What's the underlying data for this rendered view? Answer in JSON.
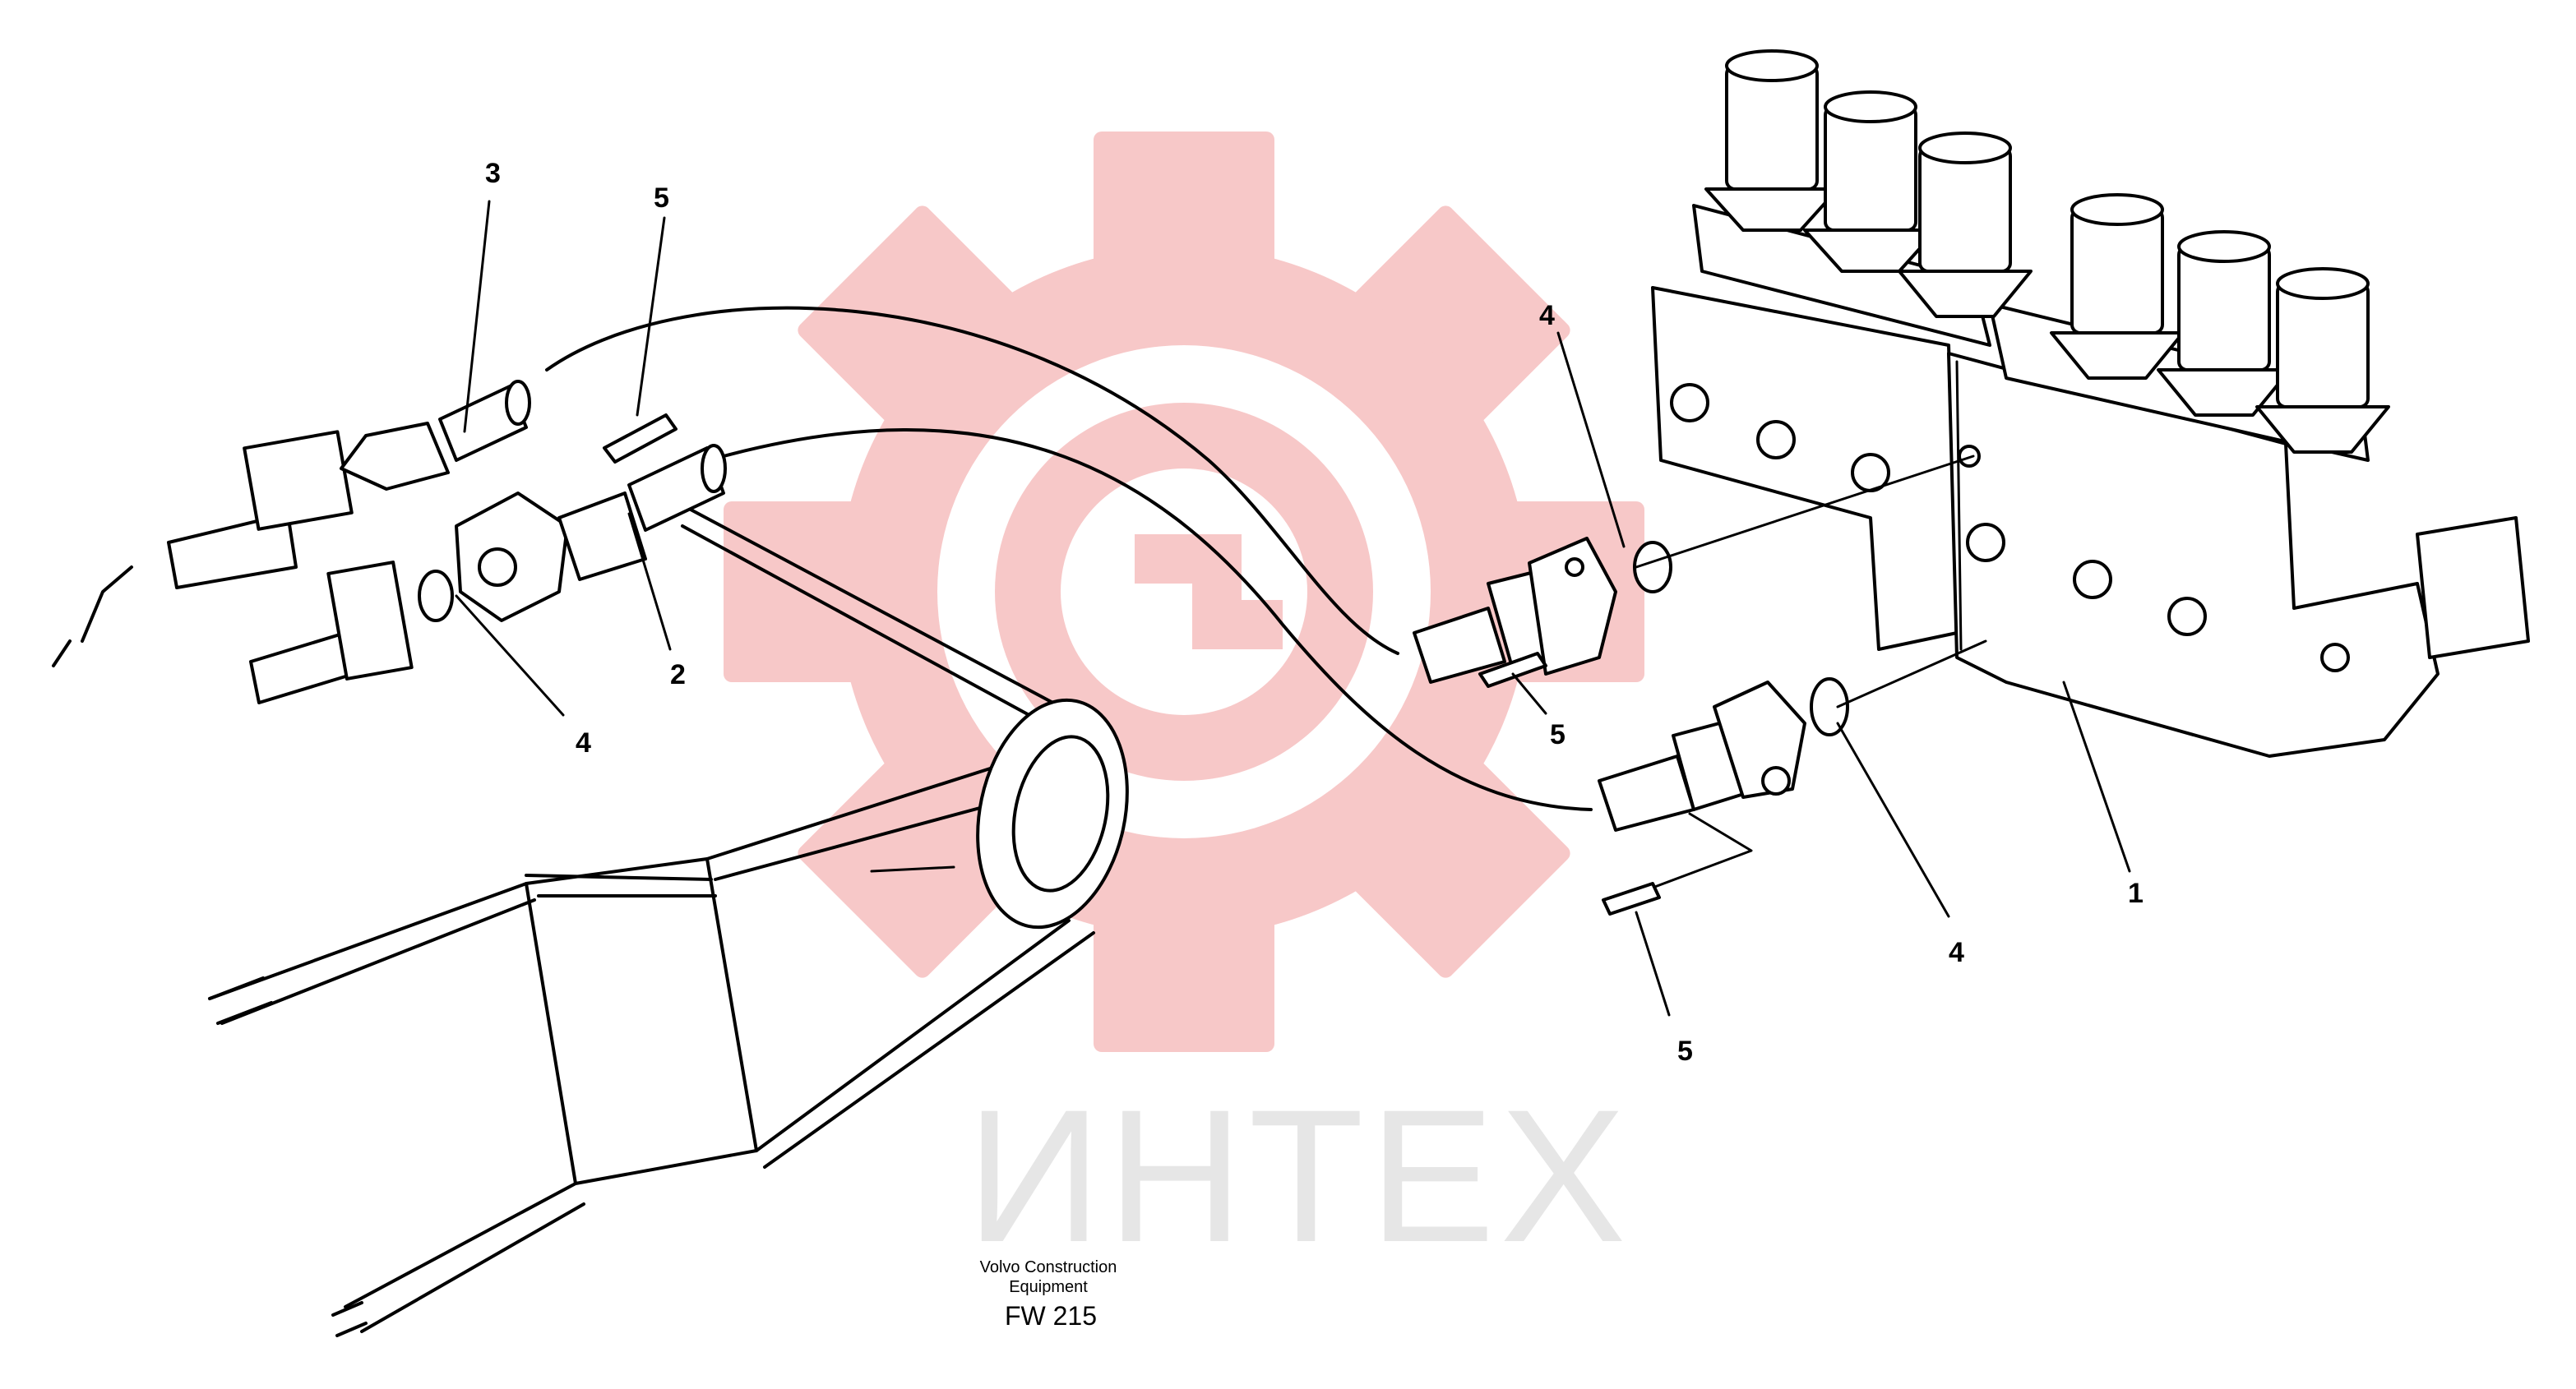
{
  "diagram": {
    "callouts": {
      "c1": "1",
      "c2": "2",
      "c3": "3",
      "c4a": "4",
      "c4b": "4",
      "c4c": "4",
      "c5a": "5",
      "c5b": "5",
      "c5c": "5"
    },
    "footer": {
      "brand_line1": "Volvo Construction",
      "brand_line2": "Equipment",
      "figure_code": "FW 215"
    },
    "watermark": {
      "text": "ИНТЕХ",
      "gear_color": "#f7c3c3",
      "text_color": "#e6e6e6"
    }
  }
}
